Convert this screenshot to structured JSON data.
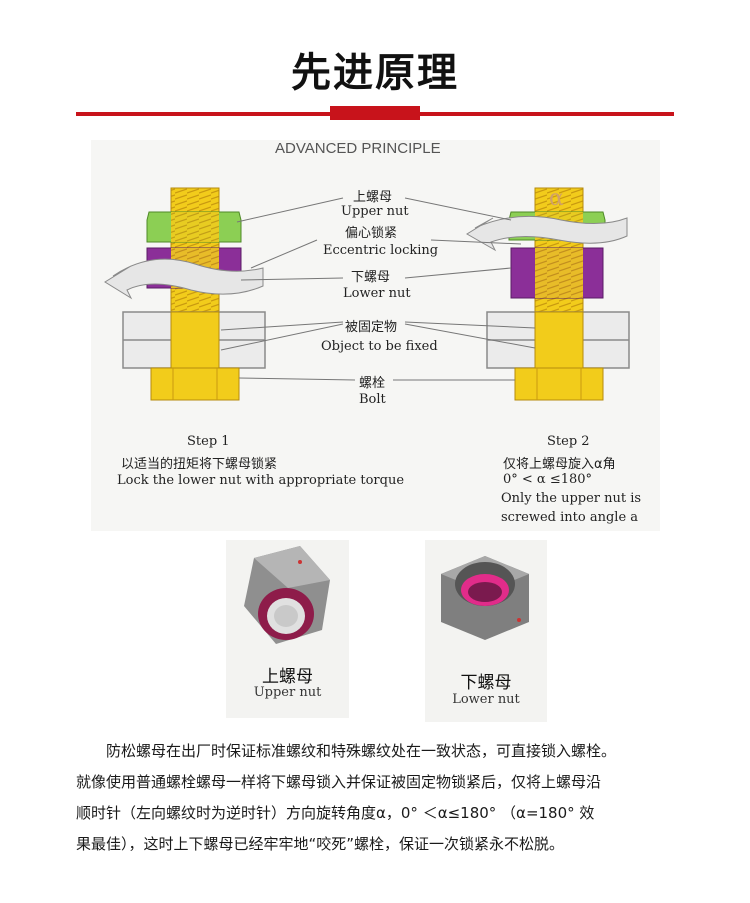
{
  "page": {
    "title": "先进原理",
    "accent_color": "#c8131b"
  },
  "diagram": {
    "heading": "ADVANCED PRINCIPLE",
    "alpha_symbol": "α",
    "labels": [
      {
        "cn": "上螺母",
        "en": "Upper nut"
      },
      {
        "cn": "偏心锁紧",
        "en": "Eccentric locking"
      },
      {
        "cn": "下螺母",
        "en": "Lower nut"
      },
      {
        "cn": "被固定物",
        "en": "Object to be fixed"
      },
      {
        "cn": "螺栓",
        "en": "Bolt"
      }
    ],
    "step1": {
      "title": "Step 1",
      "cn": "以适当的扭矩将下螺母锁紧",
      "en": "Lock the lower nut with appropriate torque"
    },
    "step2": {
      "title": "Step 2",
      "cn": "仅将上螺母旋入α角",
      "range": "0°  < α ≤180°",
      "en_line1": "Only the upper nut is",
      "en_line2": "screwed into angle a"
    },
    "colors": {
      "bolt": "#f2cc1b",
      "upper_nut": "#8ccf54",
      "lower_nut": "#8b2f98",
      "plate": "#ebebeb"
    }
  },
  "nuts": {
    "upper": {
      "cn": "上螺母",
      "en": "Upper nut",
      "icon": "upper-nut-photo-icon"
    },
    "lower": {
      "cn": "下螺母",
      "en": "Lower nut",
      "icon": "lower-nut-photo-icon"
    }
  },
  "paragraph": {
    "lines": [
      "防松螺母在出厂时保证标准螺纹和特殊螺纹处在一致状态，可直接锁入螺栓。",
      "就像使用普通螺栓螺母一样将下螺母锁入并保证被固定物锁紧后，仅将上螺母沿",
      "顺时针（左向螺纹时为逆时针）方向旋转角度α，0° ＜α≤180° （α=180° 效",
      "果最佳），这时上下螺母已经牢牢地“咬死”螺栓，保证一次锁紧永不松脱。"
    ]
  }
}
